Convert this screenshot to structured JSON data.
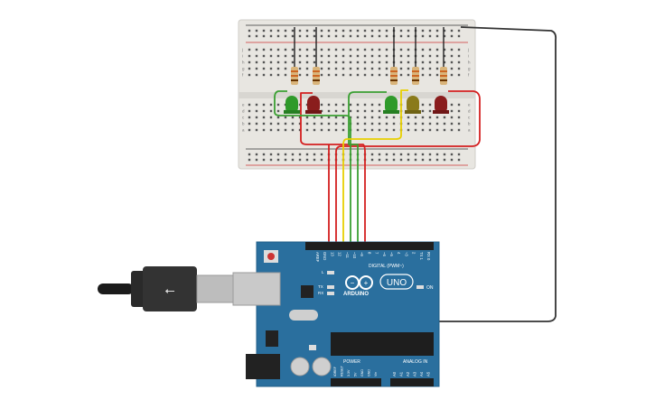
{
  "board": {
    "brand": "ARDUINO",
    "model": "UNO",
    "digital_label": "DIGITAL (PWM~)",
    "analog_label": "ANALOG IN",
    "power_label": "POWER",
    "on_label": "ON",
    "l_label": "L",
    "tx_label": "TX",
    "rx_label": "RX",
    "digital_pins": [
      "AREF",
      "GND",
      "13",
      "12",
      "~11",
      "~10",
      "~9",
      "8",
      "7",
      "~6",
      "~5",
      "4",
      "~3",
      "2",
      "TX 1",
      "RX 0"
    ],
    "power_pins": [
      "IOREF",
      "RESET",
      "3.3V",
      "5V",
      "GND",
      "GND",
      "Vin"
    ],
    "analog_pins": [
      "A0",
      "A1",
      "A2",
      "A3",
      "A4",
      "A5"
    ]
  },
  "breadboard": {
    "row_letters_top": [
      "j",
      "i",
      "h",
      "g",
      "f"
    ],
    "row_letters_bottom": [
      "e",
      "d",
      "c",
      "b",
      "a"
    ]
  },
  "colors": {
    "board_blue": "#2a6f9e",
    "breadboard": "#e8e6e1",
    "wire_red": "#d42020",
    "wire_green": "#3aa032",
    "wire_yellow": "#e8d000",
    "wire_black": "#333333",
    "led_green": "#2f9a2a",
    "led_red": "#8a1d1d",
    "led_yellow": "#8a7a1a"
  },
  "leds": [
    {
      "color": "green"
    },
    {
      "color": "red"
    },
    {
      "color": "green"
    },
    {
      "color": "yellow"
    },
    {
      "color": "red"
    }
  ]
}
